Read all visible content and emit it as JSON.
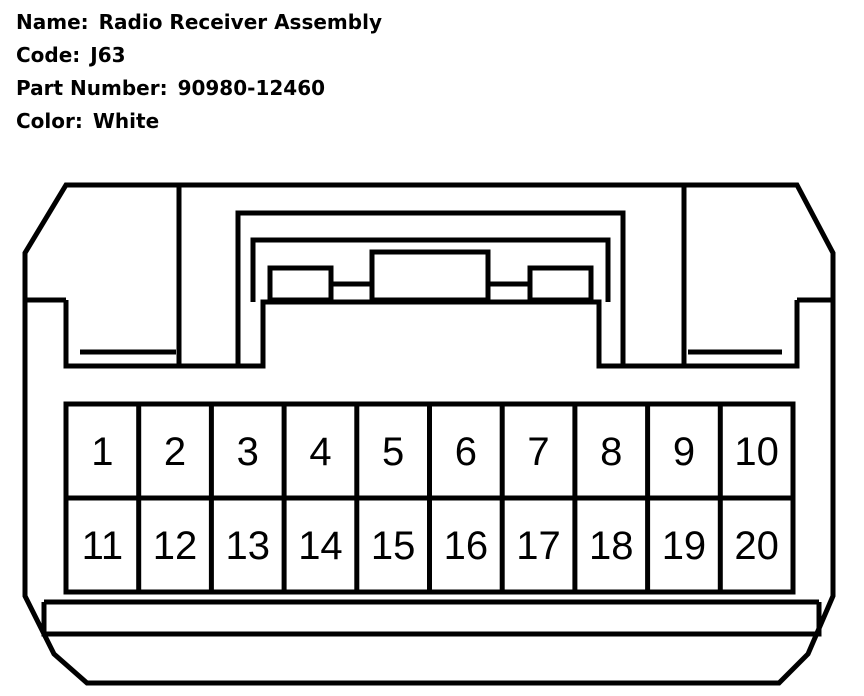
{
  "connector": {
    "name_label": "Name:",
    "name": "Radio Receiver Assembly",
    "code_label": "Code:",
    "code": "J63",
    "part_label": "Part Number:",
    "part_number": "90980-12460",
    "color_label": "Color:",
    "color": "White"
  },
  "pins": {
    "top_row": [
      "1",
      "2",
      "3",
      "4",
      "5",
      "6",
      "7",
      "8",
      "9",
      "10"
    ],
    "bottom_row": [
      "11",
      "12",
      "13",
      "14",
      "15",
      "16",
      "17",
      "18",
      "19",
      "20"
    ]
  }
}
